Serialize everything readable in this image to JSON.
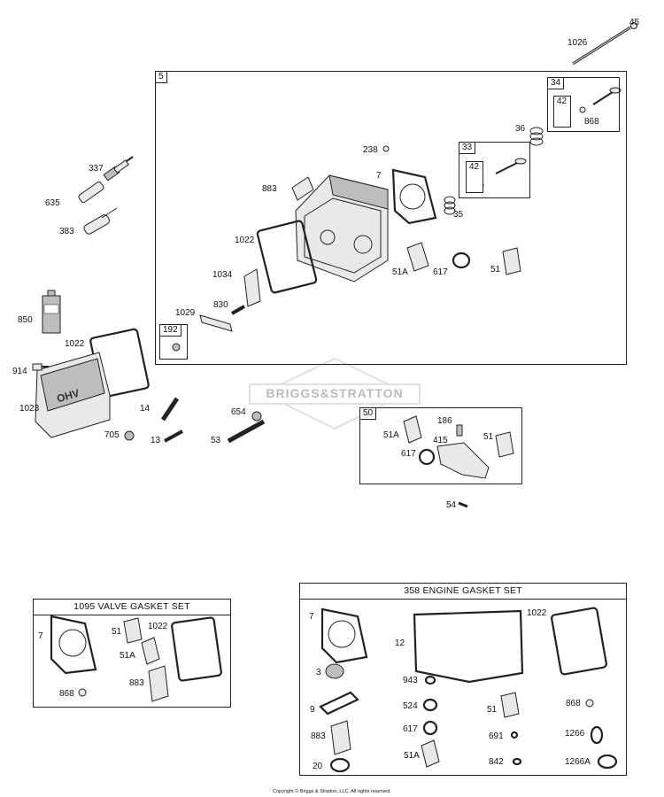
{
  "main_box": {
    "number": "5",
    "labels": [
      "34",
      "42",
      "868",
      "36",
      "33",
      "42",
      "238",
      "7",
      "883",
      "35",
      "1022",
      "51A",
      "617",
      "51",
      "1034",
      "830",
      "1029",
      "192"
    ]
  },
  "outside_labels": {
    "top": [
      "45",
      "1026"
    ],
    "left": [
      "337",
      "635",
      "383",
      "850",
      "1022",
      "914",
      "1023",
      "705",
      "14",
      "13",
      "53",
      "654",
      "54"
    ]
  },
  "sub_box_50": {
    "number": "50",
    "labels": [
      "186",
      "51A",
      "415",
      "51",
      "617"
    ]
  },
  "valve_set": {
    "title": "1095 VALVE GASKET SET",
    "labels": [
      "7",
      "51",
      "1022",
      "51A",
      "883",
      "868"
    ]
  },
  "engine_set": {
    "title": "358 ENGINE GASKET SET",
    "labels": [
      "7",
      "1022",
      "12",
      "3",
      "943",
      "9",
      "524",
      "51",
      "868",
      "883",
      "617",
      "691",
      "1266",
      "20",
      "51A",
      "842",
      "1266A"
    ]
  },
  "watermark": "BRIGGS&STRATTON",
  "cover_text": "OHV",
  "tube_text": "",
  "copyright": "Copyright © Briggs & Stratton, LLC. All rights reserved."
}
